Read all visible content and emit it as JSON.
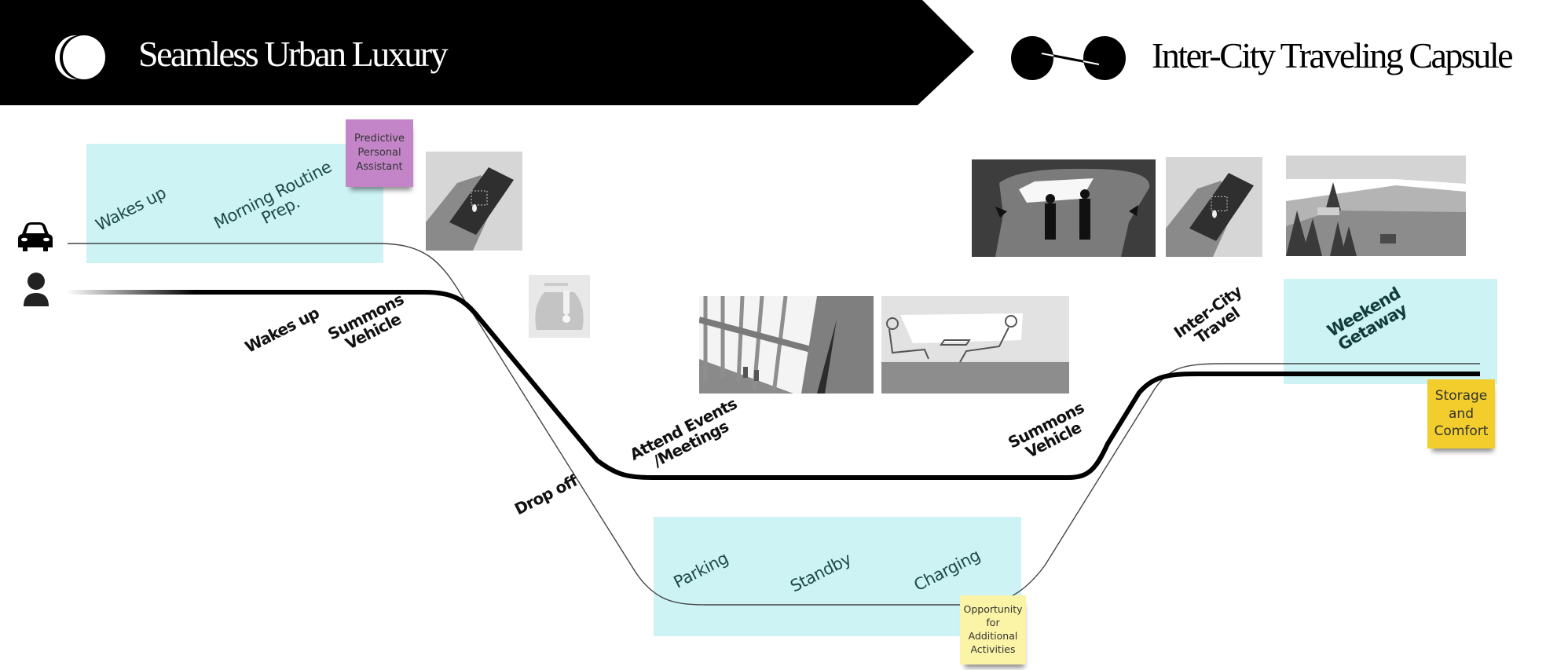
{
  "header": {
    "left_title": "Seamless Urban Luxury",
    "right_title": "Inter-City Traveling Capsule",
    "left_icon": "eclipse-logo-icon",
    "right_icon": "capsule-link-icon",
    "colors": {
      "banner": "#000000",
      "banner_text": "#ffffff",
      "right_text": "#000000"
    }
  },
  "lanes": [
    {
      "name": "vehicle",
      "icon": "car-icon"
    },
    {
      "name": "user",
      "icon": "person-icon"
    }
  ],
  "vehicle_stages": [
    {
      "label": "Wakes up"
    },
    {
      "label": "Morning Routine\nPrep."
    },
    {
      "label": "Parking"
    },
    {
      "label": "Standby"
    },
    {
      "label": "Charging"
    }
  ],
  "user_stages": [
    {
      "label": "Wakes up"
    },
    {
      "label": "Summons\nVehicle"
    },
    {
      "label": "Drop off"
    },
    {
      "label": "Attend Events\n/Meetings"
    },
    {
      "label": "Summons\nVehicle"
    },
    {
      "label": "Inter-City\nTravel"
    },
    {
      "label": "Weekend\nGetaway"
    }
  ],
  "sticky_notes": [
    {
      "label": "Predictive\nPersonal\nAssistant",
      "color": "#c385c8"
    },
    {
      "label": "Opportunity\nfor\nAdditional\nActivities",
      "color": "#fbf4a6"
    },
    {
      "label": "Storage\nand\nComfort",
      "color": "#f2cd2b"
    }
  ],
  "images": [
    {
      "name": "phone-app-image",
      "description": "hand holding phone with map"
    },
    {
      "name": "hand-gesture-image",
      "description": "hand raised on vehicle roof"
    },
    {
      "name": "building-window-image",
      "description": "people by large windows"
    },
    {
      "name": "capsule-interior-image",
      "description": "two seated passengers facing each other"
    },
    {
      "name": "capsule-arrival-image",
      "description": "two people walking toward capsule"
    },
    {
      "name": "phone-app-image-2",
      "description": "hand holding phone with map"
    },
    {
      "name": "mountain-road-image",
      "description": "vehicle on mountain road with trees"
    }
  ],
  "colors": {
    "highlight_band": "#cdf3f4",
    "vehicle_line": "#444444",
    "user_line": "#000000"
  }
}
